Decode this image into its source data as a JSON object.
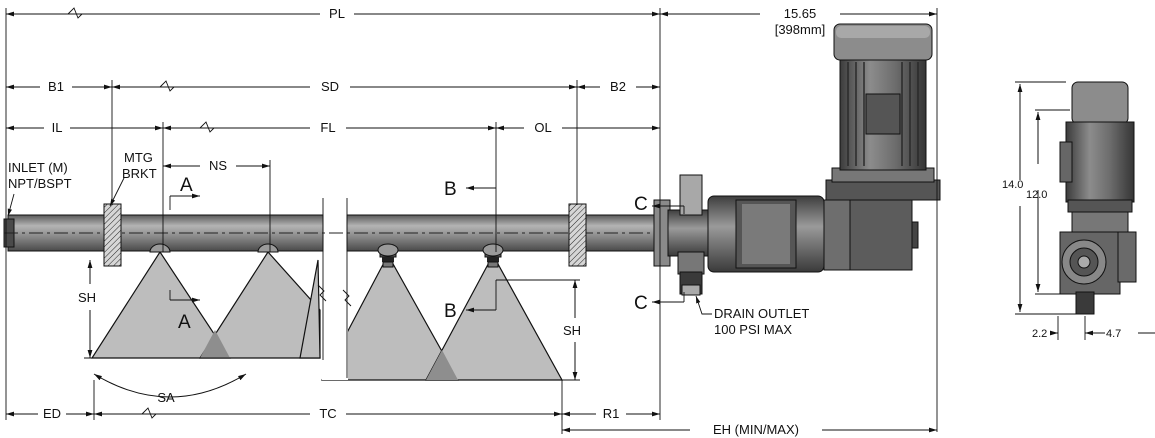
{
  "labels": {
    "pl": "PL",
    "motor_len": "15.65",
    "motor_len_mm": "[398mm]",
    "b1": "B1",
    "sd": "SD",
    "b2": "B2",
    "il": "IL",
    "fl": "FL",
    "ol": "OL",
    "inlet_1": "INLET (M)",
    "inlet_2": "NPT/BSPT",
    "mtg_1": "MTG",
    "mtg_2": "BRKT",
    "ns": "NS",
    "sec_a_top": "A",
    "sec_a_bot": "A",
    "sec_b_top": "B",
    "sec_b_bot": "B",
    "sec_c_top": "C",
    "sec_c_bot": "C",
    "sh_left": "SH",
    "sh_right": "SH",
    "drain_1": "DRAIN OUTLET",
    "drain_2": "100 PSI MAX",
    "sa": "SA",
    "ed": "ED",
    "tc": "TC",
    "r1": "R1",
    "eh": "EH (MIN/MAX)",
    "side_12": "12.0",
    "side_14": "14.0",
    "side_22": "2.2",
    "side_47": "4.7"
  },
  "colors": {
    "pipe": "#7a7a7a",
    "spray": "#bdbdbd",
    "motor": "#6e6e6e",
    "line": "#111111"
  }
}
